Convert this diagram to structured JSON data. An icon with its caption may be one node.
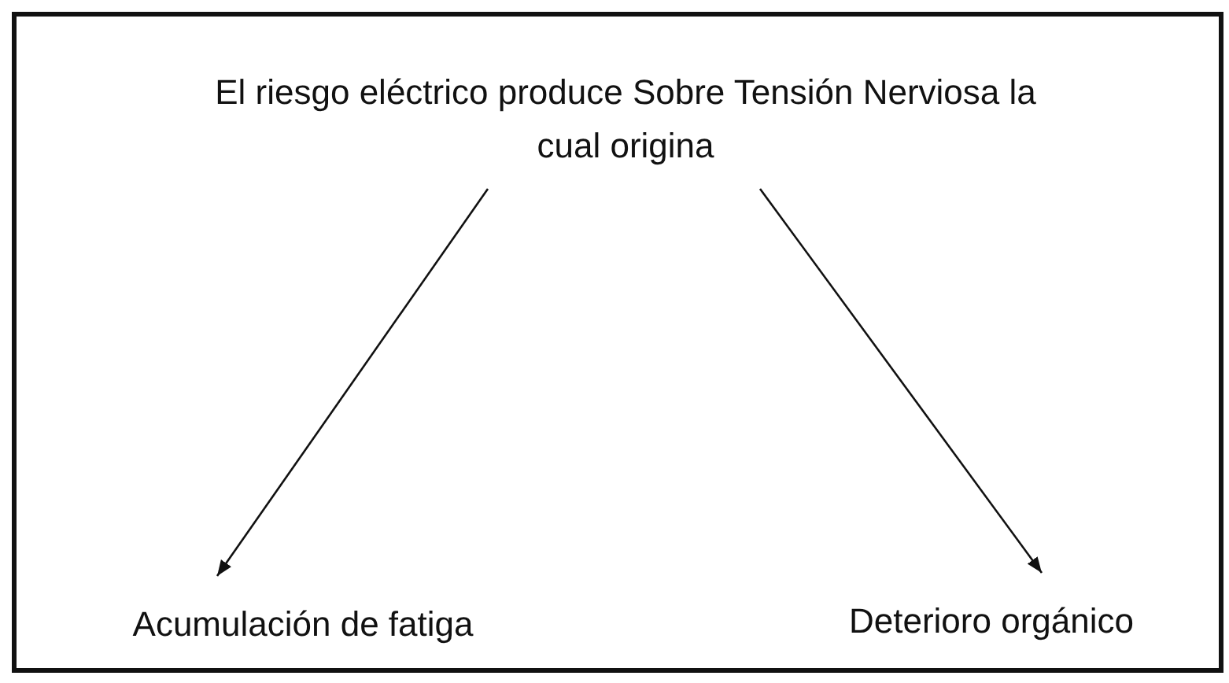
{
  "diagram": {
    "nodes": [
      {
        "text": [
          "El riesgo eléctrico produce Sobre Tensión Nerviosa la cual origina"
        ]
      },
      {
        "text": [
          "Acumulación de fatiga"
        ]
      },
      {
        "text": [
          "Deterioro orgánico"
        ]
      }
    ],
    "edges": [
      {
        "from": 0,
        "to": 1,
        "arrow": "to"
      },
      {
        "from": 0,
        "to": 2,
        "arrow": "to"
      }
    ]
  }
}
